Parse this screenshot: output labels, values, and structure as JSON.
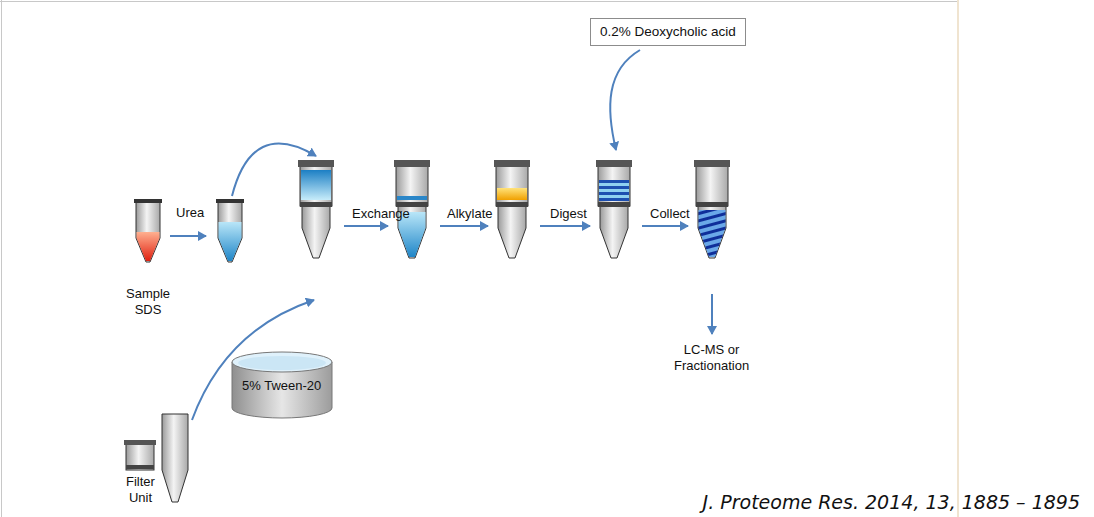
{
  "diagram": {
    "nodes": [
      {
        "text": [
          "Sample SDS"
        ]
      },
      {
        "text": [
          "0.2% Deoxycholic acid"
        ]
      },
      {
        "text": [
          "LC-MS or Fractionation"
        ]
      },
      {
        "text": [
          "Filter Unit"
        ]
      },
      {
        "text": [
          "5% Tween-20"
        ]
      }
    ],
    "labels": [
      "Urea",
      "Exchange",
      "Alkylate",
      "Digest",
      "Collect",
      "J. Proteome Res. 2014, 13, 1885 – 1895"
    ]
  }
}
